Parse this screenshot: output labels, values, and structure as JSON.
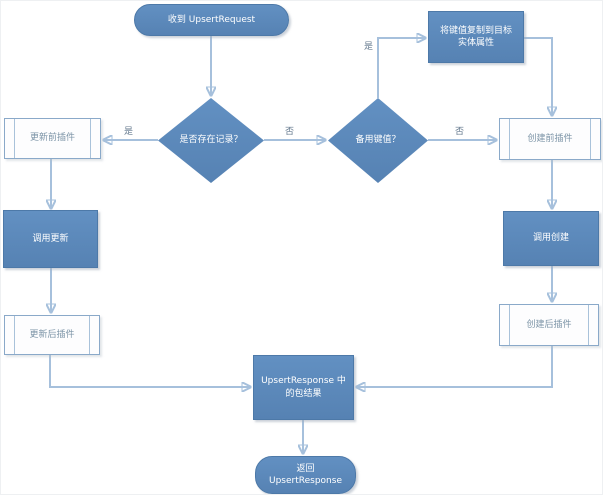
{
  "nodes": {
    "start": {
      "label": "收到 UpsertRequest"
    },
    "exists_decision": {
      "label": "是否存在记录？"
    },
    "pre_update": {
      "label": "更新前插件"
    },
    "call_update": {
      "label": "调用更新"
    },
    "post_update": {
      "label": "更新后插件"
    },
    "alternate_key_decision": {
      "label": "备用键值？"
    },
    "copy_key": {
      "line1": "将键值复制到目标",
      "line2": "实体属性"
    },
    "pre_create": {
      "label": "创建前插件"
    },
    "call_create": {
      "label": "调用创建"
    },
    "post_create": {
      "label": "创建后插件"
    },
    "result": {
      "line1": "UpsertResponse 中",
      "line2": "的包结果"
    },
    "end": {
      "line1": "返回",
      "line2": "UpsertResponse"
    }
  },
  "edge_labels": {
    "exists_yes": "是",
    "exists_no": "否",
    "altkey_yes": "是",
    "altkey_no": "否"
  },
  "colors": {
    "node_fill": "#5b88ba",
    "node_border": "#4d79a8",
    "connector": "#a6c0dc",
    "arrowhead": "#4d7aa9",
    "subroutine_border": "#8aa9c9",
    "subroutine_text": "#7b93a6",
    "edge_label_text": "#64798e"
  }
}
